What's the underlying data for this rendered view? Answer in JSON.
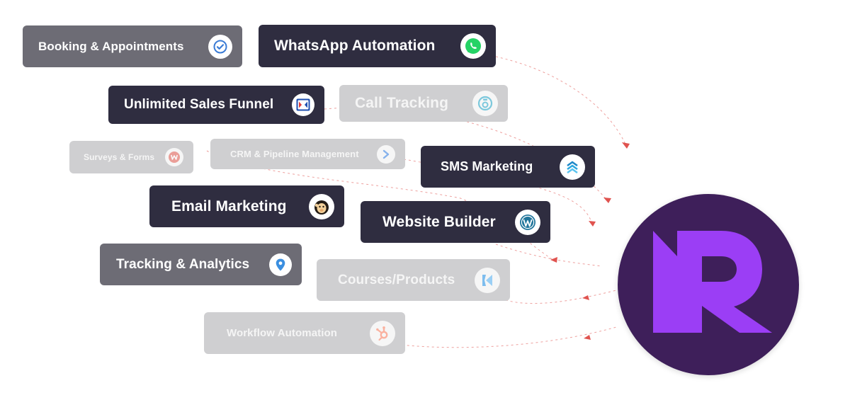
{
  "integrations": [
    {
      "key": "booking",
      "label": "Booking & Appointments",
      "icon": "check-circle-icon",
      "tone": "mid"
    },
    {
      "key": "whatsapp",
      "label": "WhatsApp Automation",
      "icon": "whatsapp-icon",
      "tone": "dark"
    },
    {
      "key": "funnel",
      "label": "Unlimited Sales Funnel",
      "icon": "funnel-builder-icon",
      "tone": "dark"
    },
    {
      "key": "calltracking",
      "label": "Call Tracking",
      "icon": "phone-ring-icon",
      "tone": "faint"
    },
    {
      "key": "surveys",
      "label": "Surveys & Forms",
      "icon": "forms-icon",
      "tone": "faint"
    },
    {
      "key": "crm",
      "label": "CRM & Pipeline Management",
      "icon": "pipeline-arrow-icon",
      "tone": "faint"
    },
    {
      "key": "sms",
      "label": "SMS Marketing",
      "icon": "sms-chevrons-icon",
      "tone": "dark"
    },
    {
      "key": "email",
      "label": "Email Marketing",
      "icon": "mailchimp-icon",
      "tone": "dark"
    },
    {
      "key": "website",
      "label": "Website Builder",
      "icon": "wordpress-icon",
      "tone": "dark"
    },
    {
      "key": "tracking",
      "label": "Tracking & Analytics",
      "icon": "location-pin-icon",
      "tone": "mid"
    },
    {
      "key": "courses",
      "label": "Courses/Products",
      "icon": "kajabi-icon",
      "tone": "faint"
    },
    {
      "key": "workflow",
      "label": "Workflow Automation",
      "icon": "hubspot-icon",
      "tone": "faint"
    }
  ],
  "colors": {
    "chip_dark": "#2f2d40",
    "chip_mid": "#6d6c75",
    "chip_faint": "#cfcfd1",
    "connector": "#e0534f",
    "logo_bg": "#3e1f5a",
    "logo_mark": "#9b3ef5"
  },
  "logo": {
    "icon": "brand-r-logo-icon"
  }
}
